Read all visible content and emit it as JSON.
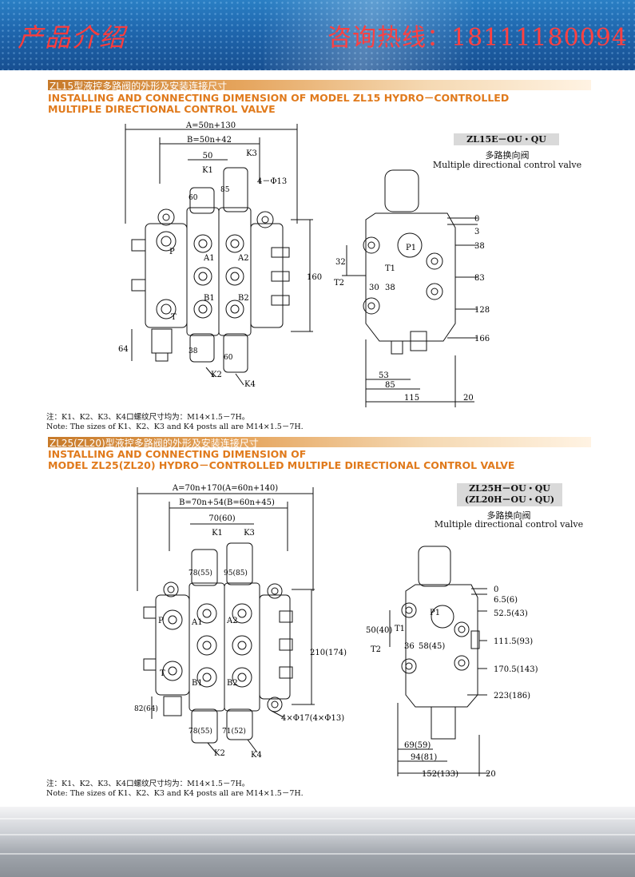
{
  "header": {
    "left_title": "产品介绍",
    "right_title": "咨询热线：18111180094"
  },
  "section1": {
    "cn_title": "ZL15型液控多路阀的外形及安装连接尺寸",
    "en_title_line1": "INSTALLING AND CONNECTING DIMENSION OF MODEL ZL15 HYDRO－CONTROLLED",
    "en_title_line2": "MULTIPLE DIRECTIONAL CONTROL VALVE",
    "model": "ZL15E－OU・QU",
    "caption_cn": "多路换向阀",
    "caption_en": "Multiple directional control valve",
    "front_dims": {
      "A": "A=50n+130",
      "B": "B=50n+42",
      "d50": "50",
      "k1": "K1",
      "k3": "K3",
      "d60": "60",
      "d85": "85",
      "holes": "4－Φ13",
      "p": "P",
      "t": "T",
      "a1": "A1",
      "a2": "A2",
      "b1": "B1",
      "b2": "B2",
      "d160": "160",
      "d64": "64",
      "d38": "38",
      "d60b": "60",
      "k2": "K2",
      "k4": "K4"
    },
    "side_dims": {
      "y0": "0",
      "y3": "3",
      "y38": "38",
      "y83": "83",
      "y128": "128",
      "y166": "166",
      "d32": "32",
      "t2": "T2",
      "t1": "T1",
      "p1": "P1",
      "d30": "30",
      "d38": "38",
      "x53": "53",
      "x85": "85",
      "x115": "115",
      "x20": "20"
    },
    "note_cn": "注：K1、K2、K3、K4口螺纹尺寸均为：M14×1.5－7H。",
    "note_en": "Note: The sizes of K1、K2、K3 and K4 posts all are M14×1.5－7H."
  },
  "section2": {
    "cn_title": "ZL25(ZL20)型液控多路阀的外形及安装连接尺寸",
    "en_title_line1": "INSTALLING AND CONNECTING DIMENSION OF",
    "en_title_line2": "MODEL ZL25(ZL20) HYDRO－CONTROLLED MULTIPLE DIRECTIONAL CONTROL VALVE",
    "model_line1": "ZL25H－OU・QU",
    "model_line2": "(ZL20H－OU・QU)",
    "caption_cn": "多路换向阀",
    "caption_en": "Multiple directional control valve",
    "front_dims": {
      "A": "A=70n+170(A=60n+140)",
      "B": "B=70n+54(B=60n+45)",
      "d70": "70(60)",
      "k1": "K1",
      "k3": "K3",
      "d78": "78(55)",
      "d95": "95(85)",
      "p": "P",
      "t": "T",
      "a1": "A1",
      "a2": "A2",
      "b1": "B1",
      "b2": "B2",
      "d210": "210(174)",
      "d82": "82(64)",
      "d78b": "78(55)",
      "d71": "71(52)",
      "holes": "4×Φ17(4×Φ13)",
      "k2": "K2",
      "k4": "K4"
    },
    "side_dims": {
      "y0": "0",
      "y6": "6.5(6)",
      "y52": "52.5(43)",
      "y111": "111.5(93)",
      "y170": "170.5(143)",
      "y223": "223(186)",
      "d50": "50(40)",
      "t1": "T1",
      "t2": "T2",
      "p1": "P1",
      "d36": "36",
      "d58": "58(45)",
      "x69": "69(59)",
      "x94": "94(81)",
      "x152": "152(133)",
      "x20": "20"
    },
    "note_cn": "注：K1、K2、K3、K4口螺纹尺寸均为：M14×1.5－7H。",
    "note_en": "Note: The sizes of K1、K2、K3 and K4 posts all are M14×1.5－7H."
  }
}
